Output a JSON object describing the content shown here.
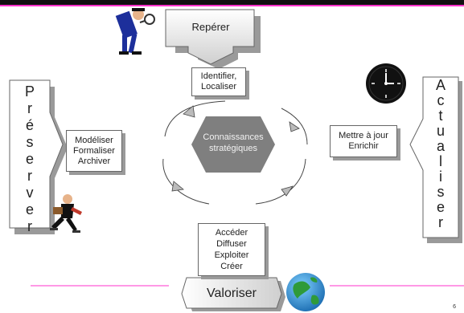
{
  "top": {
    "label": "Repérer",
    "sub": "Identifier,\nLocaliser"
  },
  "center": {
    "label": "Connaissances\nstratégiques"
  },
  "left": {
    "word": "Préserver",
    "letters": [
      "P",
      "r",
      "é",
      "s",
      "e",
      "r",
      "v",
      "e",
      "r"
    ],
    "sub": "Modéliser\nFormaliser\nArchiver"
  },
  "right": {
    "word": "Actualiser",
    "letters": [
      "A",
      "c",
      "t",
      "u",
      "a",
      "l",
      "i",
      "s",
      "e",
      "r"
    ],
    "sub": "Mettre à jour\nEnrichir"
  },
  "bottom": {
    "label": "Valoriser",
    "sub": "Accéder\nDiffuser\nExploiter\nCréer"
  },
  "page_number": "6",
  "colors": {
    "accent": "#ff33cc",
    "hexagon": "#7f7f7f",
    "arrow_fill": "#d9d9d9",
    "shadow": "#9a9a9a"
  },
  "icons": [
    "detective-icon",
    "clock-icon",
    "running-man-icon",
    "globe-icon"
  ]
}
